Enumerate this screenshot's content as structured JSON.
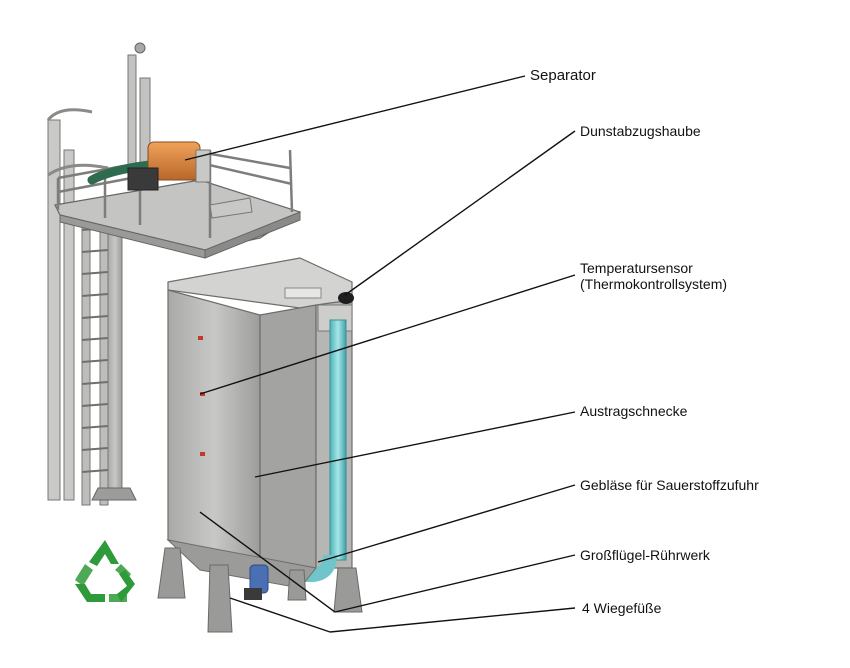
{
  "labels": {
    "separator": "Separator",
    "hood": "Dunstabzugshaube",
    "temp_line1": "Temperatursensor",
    "temp_line2": "(Thermokontrollsystem)",
    "screw": "Austragschnecke",
    "blower": "Gebläse für Sauerstoffzufuhr",
    "agitator": "Großflügel-Rührwerk",
    "feet": "4 Wiegefüße"
  },
  "icons": {
    "recycle": "recycle-icon"
  },
  "colors": {
    "steel": "#b9b9b7",
    "steel_dark": "#8f8f8d",
    "steel_light": "#d6d6d4",
    "orange": "#d9823a",
    "pipe_green": "#2f6b4e",
    "cyan_pipe": "#7fd3d6",
    "blue_valve": "#4a6fb5",
    "recycle_green": "#2f9a3a",
    "leader": "#111111"
  }
}
